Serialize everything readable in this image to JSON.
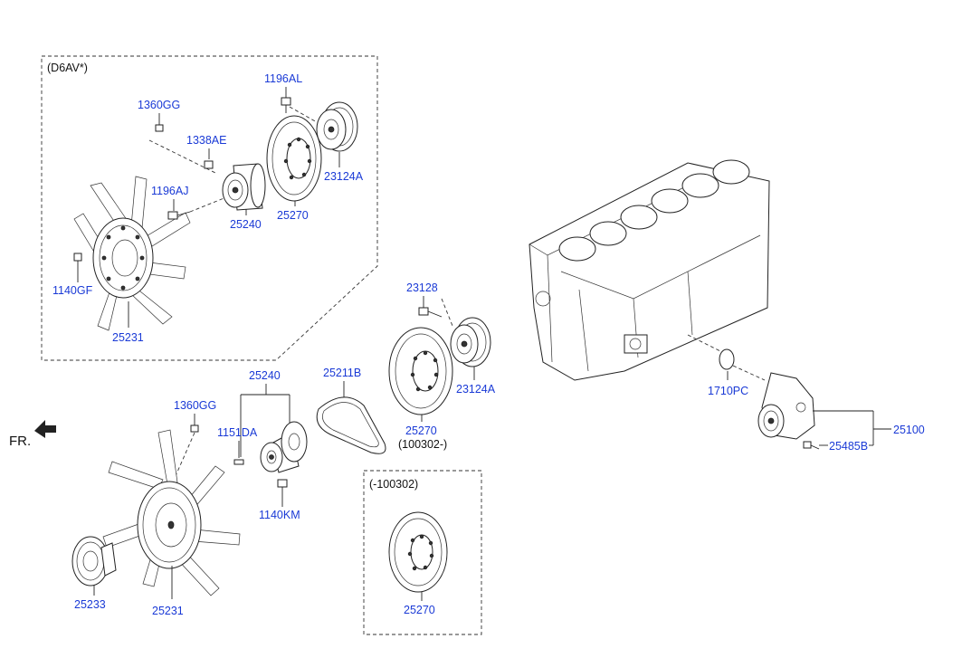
{
  "diagram": {
    "variant_box_title": "(D6AV*)",
    "old_box_title": "(-100302)",
    "direction_label": "FR.",
    "parts": {
      "p1196AL": "1196AL",
      "p1360GG_top": "1360GG",
      "p1338AE": "1338AE",
      "p1196AJ": "1196AJ",
      "p23124A_top": "23124A",
      "p25240_top": "25240",
      "p25270_top": "25270",
      "p1140GF": "1140GF",
      "p25231_top": "25231",
      "p23128": "23128",
      "p25240_mid": "25240",
      "p25211B": "25211B",
      "p23124A_mid": "23124A",
      "p1360GG_mid": "1360GG",
      "p1151DA": "1151DA",
      "p25270_mid": "25270",
      "p25270_mid_note": "(100302-)",
      "p1140KM": "1140KM",
      "p1710PC": "1710PC",
      "p25100": "25100",
      "p25485B": "25485B",
      "p25233": "25233",
      "p25231_bot": "25231",
      "p25270_bot": "25270"
    }
  },
  "colors": {
    "label_text": "#1a3ad6",
    "line": "#222222"
  }
}
